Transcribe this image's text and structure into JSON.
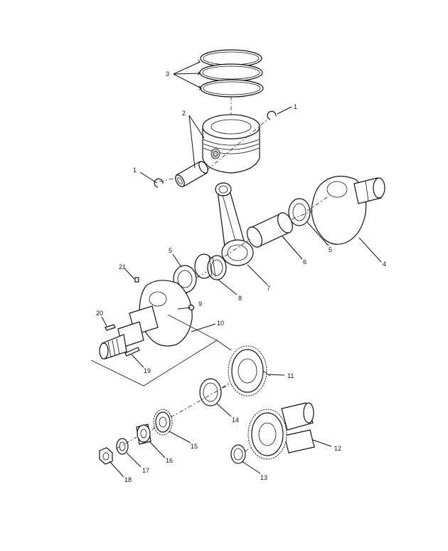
{
  "callouts": {
    "c1a": "1",
    "c1b": "1",
    "c2": "2",
    "c3": "3",
    "c4": "4",
    "c5a": "5",
    "c5b": "5",
    "c6": "6",
    "c7": "7",
    "c8": "8",
    "c9": "9",
    "c10": "10",
    "c11": "11",
    "c12": "12",
    "c13": "13",
    "c14": "14",
    "c15": "15",
    "c16": "16",
    "c17": "17",
    "c18": "18",
    "c19": "19",
    "c20": "20",
    "c21": "21"
  }
}
